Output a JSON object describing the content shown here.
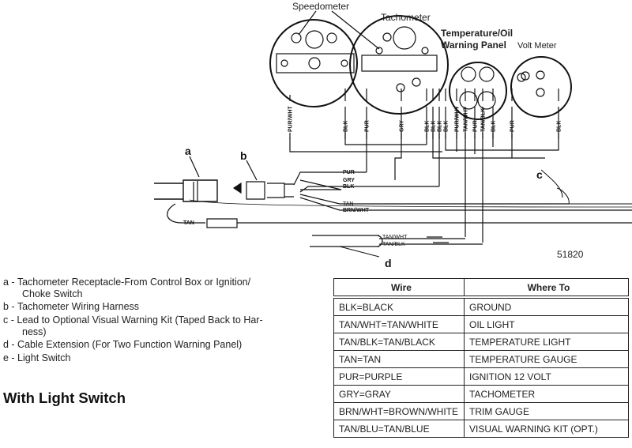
{
  "diagram": {
    "gauges": {
      "speedometer": "Speedometer",
      "tachometer": "Tachometer",
      "temp_panel_1": "Temperature/Oil",
      "temp_panel_2": "Warning Panel",
      "volt_meter": "Volt Meter"
    },
    "vertical_wires": [
      "PUR/WHT",
      "BLK",
      "PUR",
      "GRY",
      "BLK",
      "BLK",
      "BLK",
      "BLK",
      "PUR/WHT",
      "TAN/WHT",
      "PUR",
      "TAN/BLK",
      "BLK",
      "PUR",
      "BLK"
    ],
    "harness_wires": [
      "PUR",
      "GRY",
      "BLK",
      "TAN",
      "BRN/WHT"
    ],
    "tan_lead": "TAN",
    "extension_wires": [
      "TAN/WHT",
      "TAN/BLK"
    ],
    "callouts": {
      "a": "a",
      "b": "b",
      "c": "c",
      "d": "d"
    },
    "figure_number": "51820"
  },
  "legend": [
    {
      "key": "a",
      "text": "a - Tachometer Receptacle-From Control Box or Ignition/",
      "cont": "Choke Switch"
    },
    {
      "key": "b",
      "text": "b - Tachometer Wiring Harness"
    },
    {
      "key": "c",
      "text": "c - Lead to Optional Visual Warning Kit (Taped Back to Har-",
      "cont": "ness)"
    },
    {
      "key": "d",
      "text": "d - Cable Extension (For Two Function Warning Panel)"
    },
    {
      "key": "e",
      "text": "e - Light Switch"
    }
  ],
  "heading": "With Light Switch",
  "table": {
    "headers": [
      "Wire",
      "Where To"
    ],
    "rows": [
      [
        "BLK=BLACK",
        "GROUND"
      ],
      [
        "TAN/WHT=TAN/WHITE",
        "OIL LIGHT"
      ],
      [
        "TAN/BLK=TAN/BLACK",
        "TEMPERATURE LIGHT"
      ],
      [
        "TAN=TAN",
        "TEMPERATURE GAUGE"
      ],
      [
        "PUR=PURPLE",
        "IGNITION 12 VOLT"
      ],
      [
        "GRY=GRAY",
        "TACHOMETER"
      ],
      [
        "BRN/WHT=BROWN/WHITE",
        "TRIM GAUGE"
      ],
      [
        "TAN/BLU=TAN/BLUE",
        "VISUAL WARNING KIT (OPT.)"
      ]
    ]
  }
}
